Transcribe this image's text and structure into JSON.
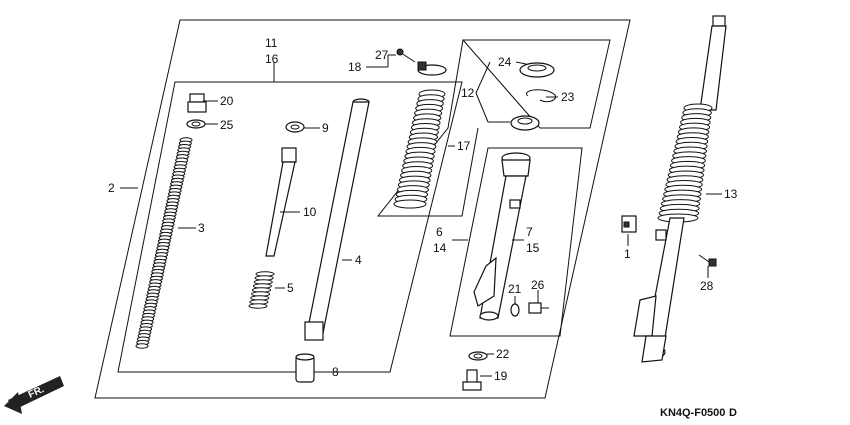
{
  "labels": {
    "p1": "1",
    "p2": "2",
    "p3": "3",
    "p4": "4",
    "p5": "5",
    "p6": "6",
    "p7": "7",
    "p8": "8",
    "p9": "9",
    "p10": "10",
    "p11": "11",
    "p12": "12",
    "p13": "13",
    "p14": "14",
    "p15": "15",
    "p16": "16",
    "p17": "17",
    "p18": "18",
    "p19": "19",
    "p20": "20",
    "p21": "21",
    "p22": "22",
    "p23": "23",
    "p24": "24",
    "p25": "25",
    "p26": "26",
    "p27": "27",
    "p28": "28"
  },
  "direction_label": "FR.",
  "diagram_code": "KN4Q-F0500",
  "diagram_suffix": "D"
}
